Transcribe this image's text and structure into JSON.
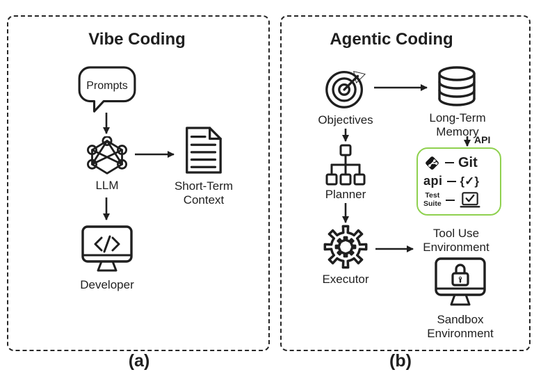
{
  "figure": {
    "panel_a": {
      "title": "Vibe Coding",
      "caption": "(a)",
      "prompts_label": "Prompts",
      "llm_label": "LLM",
      "short_term_line1": "Short-Term",
      "short_term_line2": "Context",
      "developer_label": "Developer"
    },
    "panel_b": {
      "title": "Agentic Coding",
      "caption": "(b)",
      "objectives_label": "Objectives",
      "long_term_line1": "Long-Term",
      "long_term_line2": "Memory",
      "api_arrow_label": "API",
      "toolbox": {
        "git_label": "Git",
        "api_label": "api",
        "brace_check_glyph": "{✓}",
        "test_line1": "Test",
        "test_line2": "Suite"
      },
      "planner_label": "Planner",
      "executor_label": "Executor",
      "tool_use_line1": "Tool Use",
      "tool_use_line2": "Environment",
      "sandbox_line1": "Sandbox",
      "sandbox_line2": "Environment"
    },
    "colors": {
      "ink": "#1f1f1f",
      "toolbox_green": "#8fd14f",
      "background": "#ffffff"
    }
  }
}
